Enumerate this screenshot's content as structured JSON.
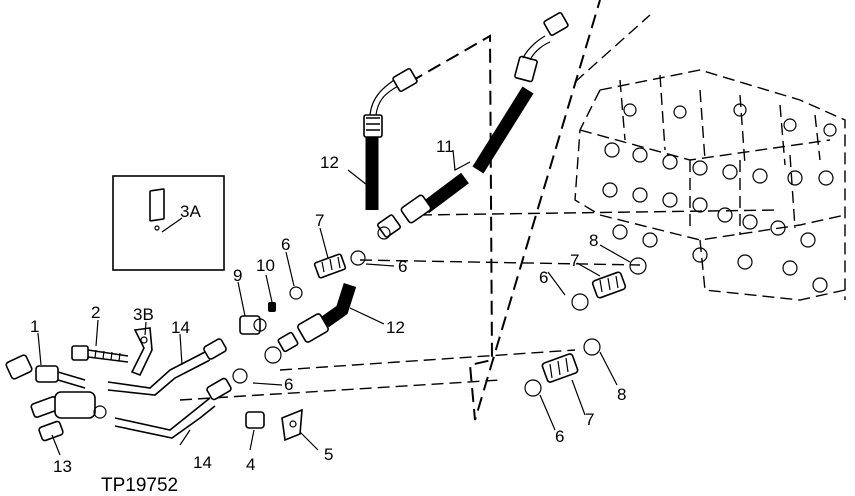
{
  "figure_id": "TP19752",
  "inset": {
    "callout": "3A"
  },
  "callouts": {
    "c1": "1",
    "c2": "2",
    "c3B": "3B",
    "c4": "4",
    "c5": "5",
    "c6a": "6",
    "c6b": "6",
    "c6c": "6",
    "c6d": "6",
    "c6e": "6",
    "c7a": "7",
    "c7b": "7",
    "c7c": "7",
    "c8a": "8",
    "c8b": "8",
    "c9": "9",
    "c10": "10",
    "c11": "11",
    "c12a": "12",
    "c12b": "12",
    "c13": "13",
    "c14a": "14",
    "c14b": "14"
  }
}
